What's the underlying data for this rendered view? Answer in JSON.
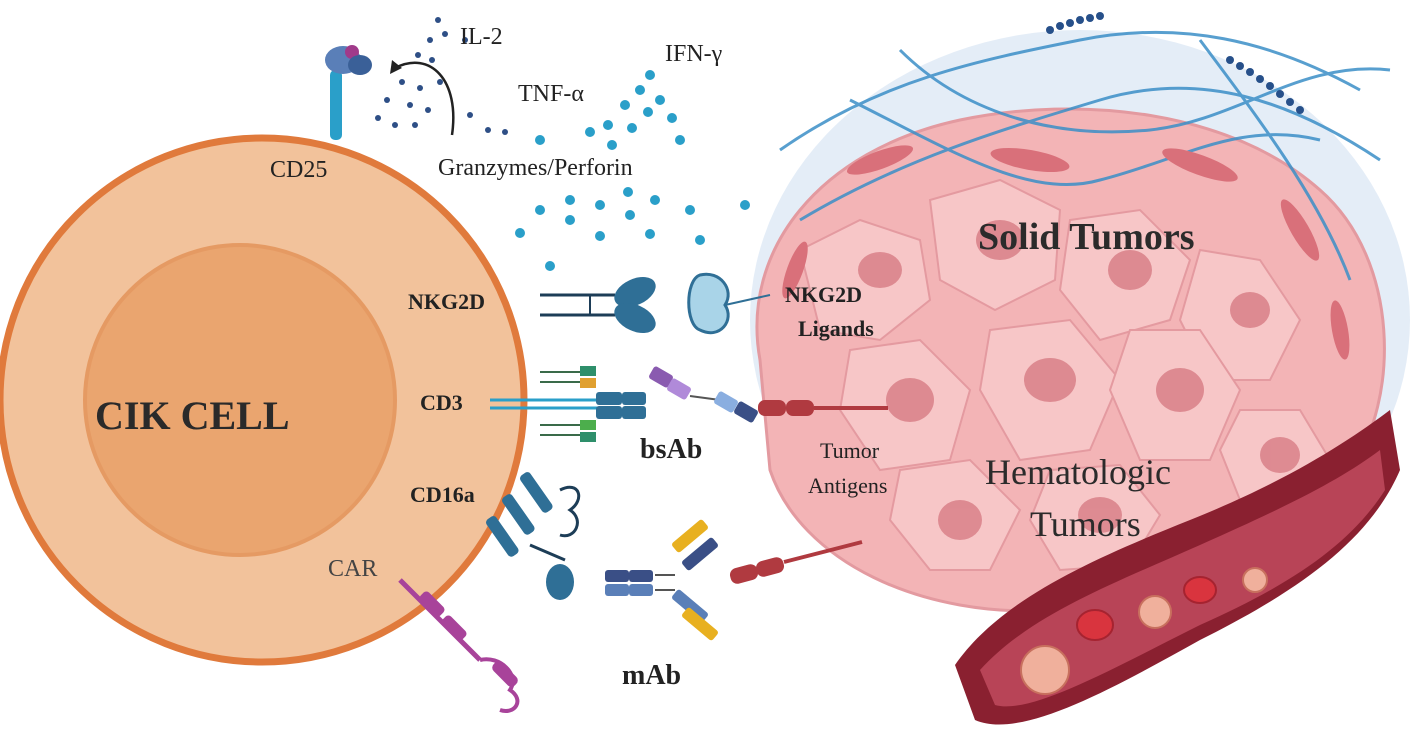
{
  "labels": {
    "cell": "CIK CELL",
    "cd25": "CD25",
    "il2": "IL-2",
    "ifn": "IFN-γ",
    "tnf": "TNF-α",
    "granzymes": "Granzymes/Perforin",
    "nkg2d": "NKG2D",
    "nkg2d_ligands_line1": "NKG2D",
    "nkg2d_ligands_line2": "Ligands",
    "cd3": "CD3",
    "bsab": "bsAb",
    "cd16a": "CD16a",
    "car": "CAR",
    "mab": "mAb",
    "tumor_antigens_line1": "Tumor",
    "tumor_antigens_line2": "Antigens",
    "solid_tumors": "Solid Tumors",
    "hematologic_line1": "Hematologic",
    "hematologic_line2": "Tumors"
  },
  "colors": {
    "cell_outer": "#f2c29b",
    "cell_border": "#e07a3c",
    "cell_nucleus": "#eaa56f",
    "tumor_pink": "#f4aeb0",
    "tumor_dark": "#e08c92",
    "vessel": "#8a2030",
    "receptor_blue": "#2f6f96",
    "antibody_navy": "#3a4f86",
    "antigen_red": "#b03a40",
    "car_magenta": "#a8439a",
    "dot_dark": "#2e4f86",
    "dot_light": "#2a9fc9",
    "ecm_fiber": "#3b8fc7"
  }
}
